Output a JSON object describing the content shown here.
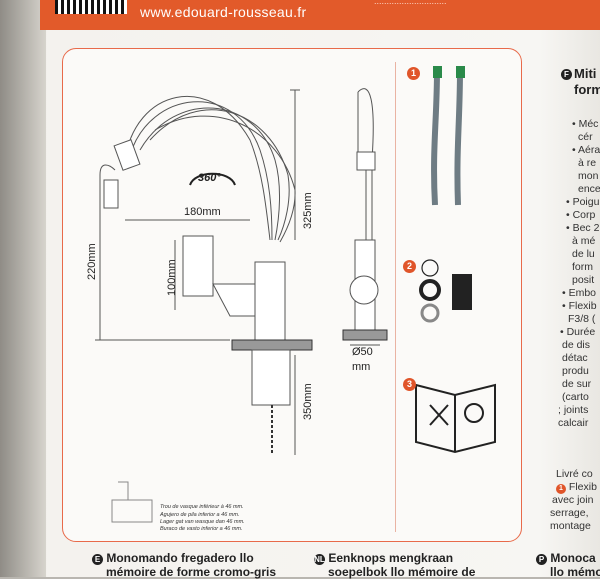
{
  "header": {
    "url": "www.edouard-rousseau.fr",
    "header_fragment": "............................."
  },
  "dimensions": {
    "d180": "180mm",
    "d325": "325mm",
    "d220": "220mm",
    "d100": "100mm",
    "d350": "350mm",
    "d50": "Ø50",
    "mm": "mm",
    "rotation": "360°"
  },
  "hole_notes": [
    "Trou de vasque inférieur à 46 mm.",
    "Agujero de pila inferior a 46 mm.",
    "Lager gat van wasque dan 46 mm.",
    "Buraco de vasto inferior a 46 mm."
  ],
  "callouts": [
    "1",
    "2",
    "3"
  ],
  "right_column": {
    "title_lines": [
      "Miti",
      "form"
    ],
    "lines": [
      "• Méc",
      "cér",
      "• Aéra",
      "à re",
      "mon",
      "ence",
      "• Poigu",
      "• Corp",
      "• Bec 2",
      "à mé",
      "de lu",
      "form",
      "posit",
      "• Embo",
      "• Flexib",
      "F3/8 (",
      "• Durée",
      "de dis",
      "détac",
      "produ",
      "de sur",
      "(carto",
      "; joints",
      "calcair"
    ],
    "delivered": [
      "Livré co",
      "Flexib",
      "avec join",
      "serrage,",
      "montage"
    ]
  },
  "bottom": {
    "col1": [
      "Monomando fregadero llo",
      "mémoire de forme cromo-gris"
    ],
    "col2": [
      "Eenknops mengkraan",
      "soepelbok llo mémoire de"
    ],
    "col3": [
      "Monoca",
      "llo mémo"
    ]
  }
}
